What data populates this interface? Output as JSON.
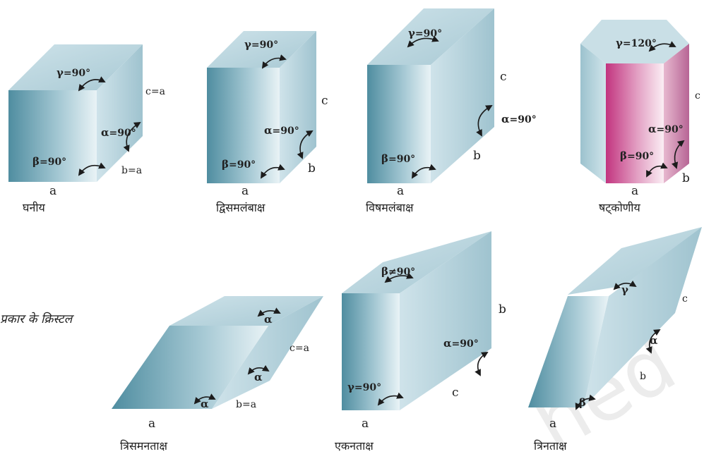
{
  "heading": "प्रकार के क्रिस्टल",
  "watermark": "hed",
  "crystals": {
    "cubic": {
      "name": "घनीय",
      "a": "a",
      "b": "b=a",
      "c": "c=a",
      "gamma": "γ",
      "gamma_val": "=90°",
      "alpha": "α",
      "alpha_val": "=90°",
      "beta": "β",
      "beta_val": "=90°"
    },
    "tetragonal": {
      "name": "द्विसमलंबाक्ष",
      "a": "a",
      "b": "b",
      "c": "c",
      "gamma": "γ",
      "gamma_val": "=90°",
      "alpha": "α",
      "alpha_val": "=90°",
      "beta": "β",
      "beta_val": "=90°"
    },
    "orthorhombic": {
      "name": "विषमलंबाक्ष",
      "a": "a",
      "b": "b",
      "c": "c",
      "gamma": "γ",
      "gamma_val": "=90°",
      "alpha": "α",
      "alpha_val": "=90°",
      "beta": "β",
      "beta_val": "=90°"
    },
    "hexagonal": {
      "name": "षट्कोणीय",
      "a": "a",
      "b": "b",
      "c": "c",
      "gamma": "γ",
      "gamma_val": "=120°",
      "alpha": "α",
      "alpha_val": "=90°",
      "beta": "β",
      "beta_val": "=90°"
    },
    "rhombohedral": {
      "name": "त्रिसमनताक्ष",
      "a": "a",
      "b": "b=a",
      "c": "c=a",
      "alpha": "α"
    },
    "monoclinic": {
      "name": "एकनताक्ष",
      "a": "a",
      "b": "b",
      "c": "c",
      "beta": "β",
      "beta_val": "≠90°",
      "alpha": "α",
      "alpha_val": "=90°",
      "gamma": "γ",
      "gamma_val": "=90°"
    },
    "triclinic": {
      "name": "त्रिनताक्ष",
      "a": "a",
      "b": "b",
      "c": "c",
      "gamma": "γ",
      "alpha": "α",
      "beta": "β"
    }
  }
}
